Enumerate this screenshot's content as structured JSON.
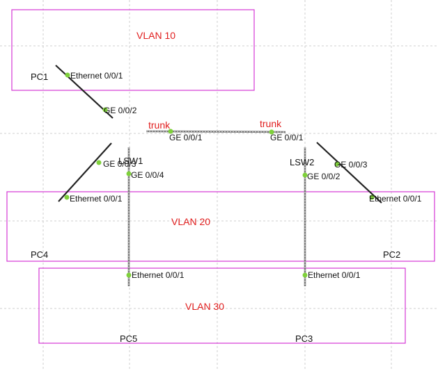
{
  "colors": {
    "vlan_border": "#d437d4",
    "label_red": "#e01c1c",
    "grid": "#cfcfcf",
    "port_dot": "#7fd13b",
    "link": "#222222",
    "trunk_link": "#666666"
  },
  "vlans": [
    {
      "label": "VLAN 10"
    },
    {
      "label": "VLAN 20"
    },
    {
      "label": "VLAN 30"
    }
  ],
  "devices": [
    {
      "id": "PC1",
      "label": "PC1",
      "kind": "pc"
    },
    {
      "id": "PC4",
      "label": "PC4",
      "kind": "pc"
    },
    {
      "id": "PC2",
      "label": "PC2",
      "kind": "pc"
    },
    {
      "id": "PC5",
      "label": "PC5",
      "kind": "pc"
    },
    {
      "id": "PC3",
      "label": "PC3",
      "kind": "pc"
    },
    {
      "id": "LSW1",
      "label": "LSW1",
      "kind": "switch"
    },
    {
      "id": "LSW2",
      "label": "LSW2",
      "kind": "switch"
    }
  ],
  "ports": [
    "Ethernet 0/0/1",
    "GE 0/0/2",
    "GE 0/0/1",
    "GE 0/0/1",
    "GE 0/0/3",
    "GE 0/0/4",
    "Ethernet 0/0/1",
    "GE 0/0/2",
    "GE 0/0/3",
    "Ethernet 0/0/1",
    "Ethernet 0/0/1",
    "Ethernet 0/0/1"
  ],
  "trunk_labels": [
    "trunk",
    "trunk"
  ]
}
